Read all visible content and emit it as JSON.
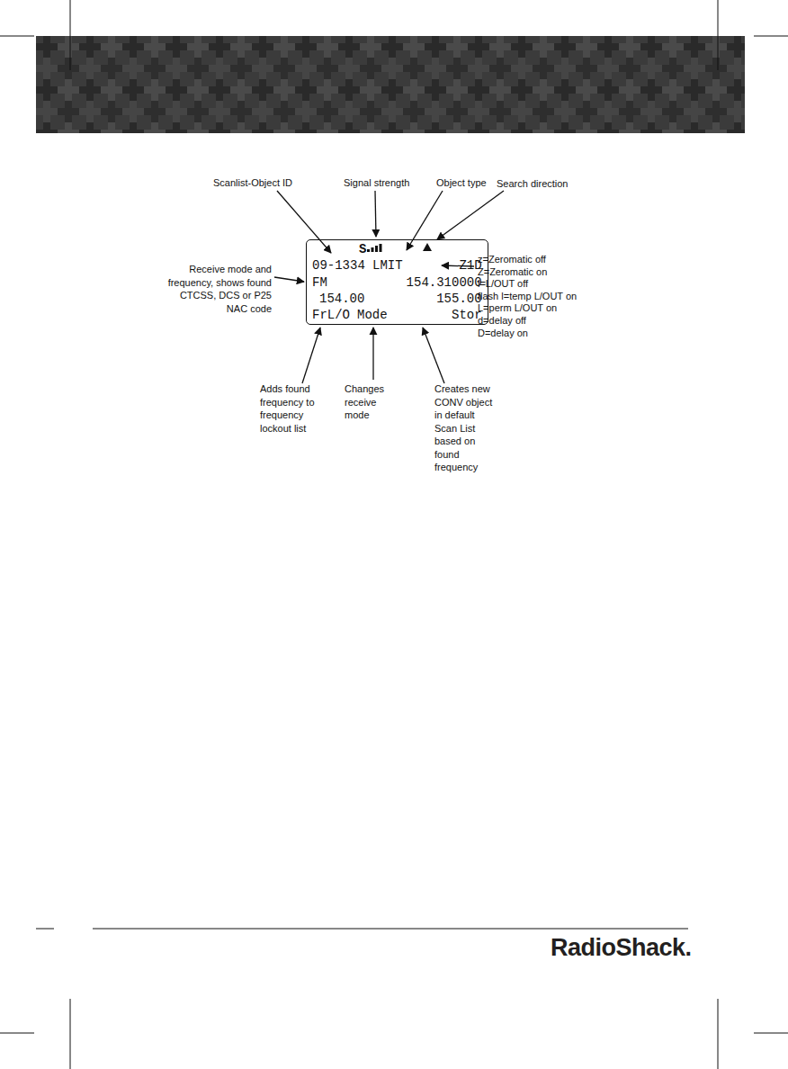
{
  "diagram": {
    "nodes": [
      {
        "text": [
          "S",
          "09-1334",
          "LMIT",
          "Z1D",
          "FM",
          "154.310000",
          "154.00",
          "155.00",
          "FrL/O",
          "Mode",
          "Stor"
        ]
      }
    ],
    "labels": [
      "Scanlist-Object ID",
      "Signal strength",
      "Object type",
      "Search direction",
      "Receive mode and frequency, shows found CTCSS, DCS or P25 NAC code",
      "z=Zeromatic off",
      "Z=Zeromatic on",
      "l=L/OUT off",
      "flash l=temp L/OUT on",
      "L=perm L/OUT on",
      "d=delay off",
      "D=delay on",
      "Adds found frequency to frequency lockout list",
      "Changes receive mode",
      "Creates new CONV object in default Scan List based on found frequency",
      "RadioShack."
    ]
  }
}
